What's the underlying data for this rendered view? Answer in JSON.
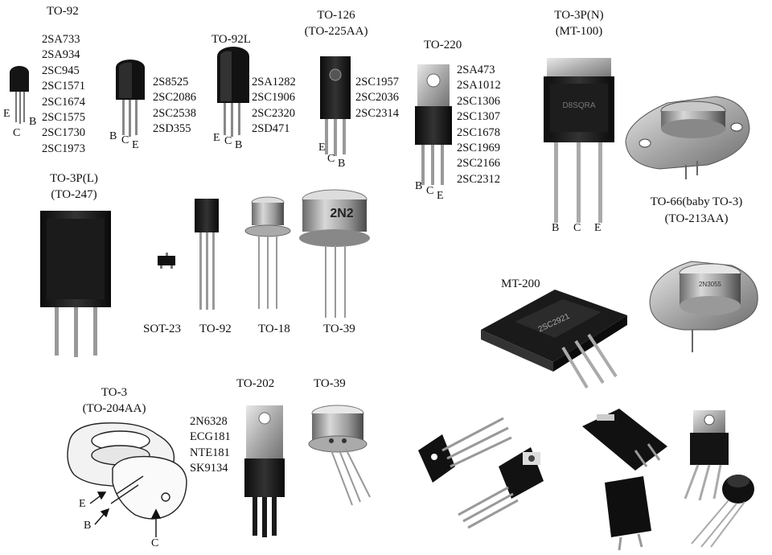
{
  "packages": {
    "to92_a": {
      "title": "TO-92",
      "parts": [
        "2SA733",
        "2SA934",
        "2SC945",
        "2SC1571",
        "2SC1674",
        "2SC1575",
        "2SC1730",
        "2SC1973"
      ],
      "pins": [
        "E",
        "B",
        "C"
      ]
    },
    "to92_b": {
      "parts": [
        "2S8525",
        "2SC2086",
        "2SC2538",
        "2SD355"
      ],
      "pins": [
        "B",
        "C",
        "E"
      ]
    },
    "to92l": {
      "title": "TO-92L",
      "parts": [
        "2SA1282",
        "2SC1906",
        "2SC2320",
        "2SD471"
      ],
      "pins": [
        "E",
        "C",
        "B"
      ]
    },
    "to126": {
      "title": "TO-126",
      "alt": "(TO-225AA)",
      "parts": [
        "2SC1957",
        "2SC2036",
        "2SC2314"
      ],
      "pins": [
        "E",
        "C",
        "B"
      ]
    },
    "to220": {
      "title": "TO-220",
      "parts": [
        "2SA473",
        "2SA1012",
        "2SC1306",
        "2SC1307",
        "2SC1678",
        "2SC1969",
        "2SC2166",
        "2SC2312"
      ],
      "pins": [
        "B",
        "C",
        "E"
      ]
    },
    "to3pn": {
      "title": "TO-3P(N)",
      "alt": "(MT-100)",
      "pins": [
        "B",
        "C",
        "E"
      ],
      "marking": "D8SQRA"
    },
    "to66": {
      "title": "TO-66(baby TO-3)",
      "alt": "(TO-213AA)"
    },
    "to3pl": {
      "title": "TO-3P(L)",
      "alt": "(TO-247)"
    },
    "row2": {
      "sot23": "SOT-23",
      "to92": "TO-92",
      "to18": "TO-18",
      "to39": "TO-39",
      "to39_marking": "2N2"
    },
    "mt200": {
      "title": "MT-200",
      "marking": "2SC2921"
    },
    "to3": {
      "title": "TO-3",
      "alt": "(TO-204AA)",
      "pins": [
        "E",
        "B",
        "C"
      ]
    },
    "to202": {
      "title": "TO-202",
      "parts": [
        "2N6328",
        "ECG181",
        "NTE181",
        "SK9134"
      ]
    },
    "to39b": {
      "title": "TO-39"
    },
    "to66b": {
      "marking": "2N3055"
    }
  }
}
